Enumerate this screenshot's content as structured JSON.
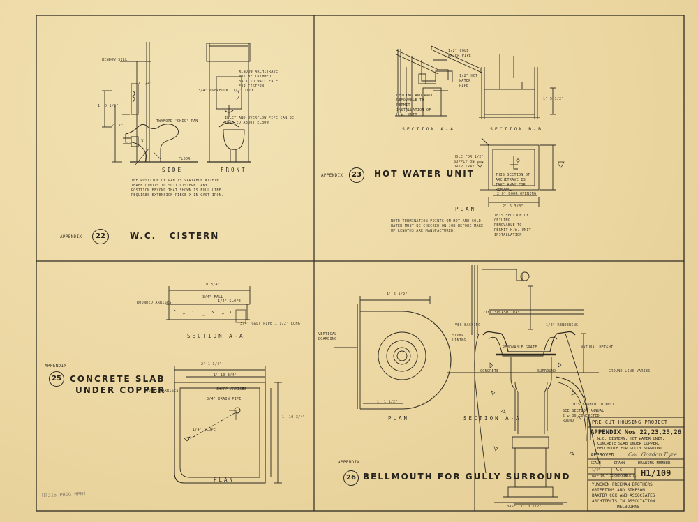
{
  "panels": {
    "p22": {
      "appendix_label": "APPENDIX",
      "number": "22",
      "title": "W.C.   CISTERN",
      "side_label": "SIDE",
      "front_label": "FRONT",
      "labels": {
        "window_sill": "WINDOW SILL",
        "pan": "TWYFORD 'CHIC' PAN",
        "floor": "FLOOR",
        "x": "X",
        "overflow": "3/4\" OVERFLOW",
        "inlet": "1/2\" INLET",
        "architrave": "WINDOW ARCHITRAVE NOT BE TRIMMED BACK TO WALL FACE FOR CISTERN",
        "inlet_note": "INLET AND OVERFLOW PIPE CAN BE TWISTED ABOUT ELBOW",
        "dim1": "1' 0 1/2\"",
        "dim2": "2' 7\"",
        "dim3": "1 1/4\""
      },
      "note": "THE POSITION OF PAN IS VARIABLE WITHIN THREE LIMITS TO SUIT CISTERN. ANY POSITION BEYOND THAT SHOWN IS FULL LINE REQUIRES EXTENSION PIECE X IN CAST IRON."
    },
    "p23": {
      "appendix_label": "APPENDIX",
      "number": "23",
      "title": "HOT WATER UNIT",
      "section_aa": "SECTION A-A",
      "section_bb": "SECTION B-B",
      "plan_label": "PLAN",
      "labels": {
        "cold": "1/2\" COLD WATER PIPE",
        "hot": "1/2\" HOT WATER PIPE",
        "ceiling": "CEILING AND RAIL REMOVABLE TO PERMIT INSTALLATION OF H.W. UNIT",
        "hole": "HOLE FOR 1/2\" SUPPLY ON DRIP TRAY",
        "removal": "THIS SECTION OF ARCHITRAVE IS TAKE AWAY FOR REMOVAL",
        "door": "2'0\" DOOR OPENING",
        "ceiling_sec": "THIS SECTION OF CEILING REMOVABLE TO PERMIT H.W. UNIT INSTALLATION",
        "dim_plan": "2' 6 3/8\"",
        "dim_sec": "1' 5 1/2\""
      },
      "note": "NOTE TERMINATION POINTS ON HOT AND COLD WATER MUST BE CHECKED ON JOB BEFORE MAKE UP LENGTHS ARE MANUFACTURED."
    },
    "p25": {
      "appendix_label": "APPENDIX",
      "number": "25",
      "title_line1": "CONCRETE SLAB",
      "title_line2": "UNDER COPPER",
      "section_label": "SECTION A-A",
      "plan_label": "PLAN",
      "labels": {
        "rounded_arrises_1": "ROUNDED ARRISES",
        "fall": "3/4\" FALL",
        "slope": "1/4\" SLOPE",
        "drain": "3/4\" GALV PIPE 1 1/2\" LONG",
        "dim_top": "1' 10 3/4\"",
        "sharp": "SHARP ARRISES",
        "rounded_arrises_2": "ROUNDED ARRISES",
        "drain_pipe": "3/4\" DRAIN PIPE",
        "slope2": "1/4\" SLOPE",
        "dim_w": "2' 1 3/4\"",
        "dim_w2": "1' 10 3/4\"",
        "dim_h": "1' 10 3/4\""
      }
    },
    "p26": {
      "appendix_label": "APPENDIX",
      "number": "26",
      "title": "BELLMOUTH FOR GULLY SURROUND",
      "plan_label": "PLAN",
      "section_label": "SECTION A-A",
      "labels": {
        "vertical_boarding": "VERTICAL BOARDING",
        "splash_tray": "ZINC SPLASH TRAY",
        "dim_top": "1' 6 1/2\"",
        "dim_bottom": "1' 1 1/2\"",
        "backing": "VES BACKING",
        "stump": "STUMP LINING",
        "grate": "REMOVABLE GRATE",
        "rendering": "1/2\" RENDERING",
        "concrete": "CONCRETE",
        "surround": "SURROUND",
        "ground": "GROUND LINE VARIES",
        "natural_height": "NATURAL HEIGHT",
        "branch": "THIS BRANCH TO WELL",
        "see_section": "SEE SECTION ANNUAL 2 p 36 CONCRETED ROUND",
        "base": "BASE",
        "dim_base": "1' 0 1/2\""
      }
    }
  },
  "title_block": {
    "project": "PRE-CUT HOUSING PROJECT",
    "appendix_heading": "APPENDIX Nos 22,23,25,26",
    "desc1": "W.C. CISTERN, HOT WATER UNIT,",
    "desc2": "CONCRETE SLAB UNDER COPPER,",
    "desc3": "BELLMOUTH FOR GULLY SURROUND",
    "approved_label": "APPROVED",
    "approved_signature": "Col. Gordon Eyre",
    "scale_label": "SCALE",
    "scale_value": "1/4\"",
    "drawn_label": "DRAWN",
    "drawn_value": "A.G.",
    "drawing_number_label": "DRAWING NUMBER",
    "date_label": "DATE",
    "date_value": "19.7.52",
    "checked_label": "CHECKED",
    "checked_value": "W.K.L.",
    "drawing_number": "H1/109",
    "architects1": "YUNCKEN FREEMAN BROTHERS",
    "architects2": "GRIFFITHS AND SIMPSON",
    "architects3": "BAXTER COX AND ASSOCIATES",
    "architects4": "ARCHITECTS IN ASSOCIATION",
    "city": "MELBOURNE"
  },
  "stamp": "H7316 PHOG HPM1",
  "colors": {
    "paper": "#efdcaa",
    "ink": "#2a2620"
  }
}
